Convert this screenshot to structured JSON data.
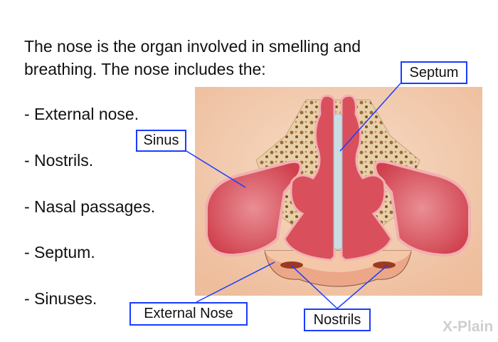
{
  "intro": "The nose is the organ involved in smelling and breathing. The nose includes the:",
  "bullets": [
    "- External nose.",
    "- Nostrils.",
    "- Nasal passages.",
    "- Septum.",
    "- Sinuses."
  ],
  "labels": {
    "septum": "Septum",
    "sinus": "Sinus",
    "external_nose": "External Nose",
    "nostrils": "Nostrils"
  },
  "logo": "X-Plain",
  "colors": {
    "label_border": "#1a3cff",
    "background_panel": "#f2cdb0",
    "sinus": "#d9505c",
    "septum": "#c9dde3"
  }
}
